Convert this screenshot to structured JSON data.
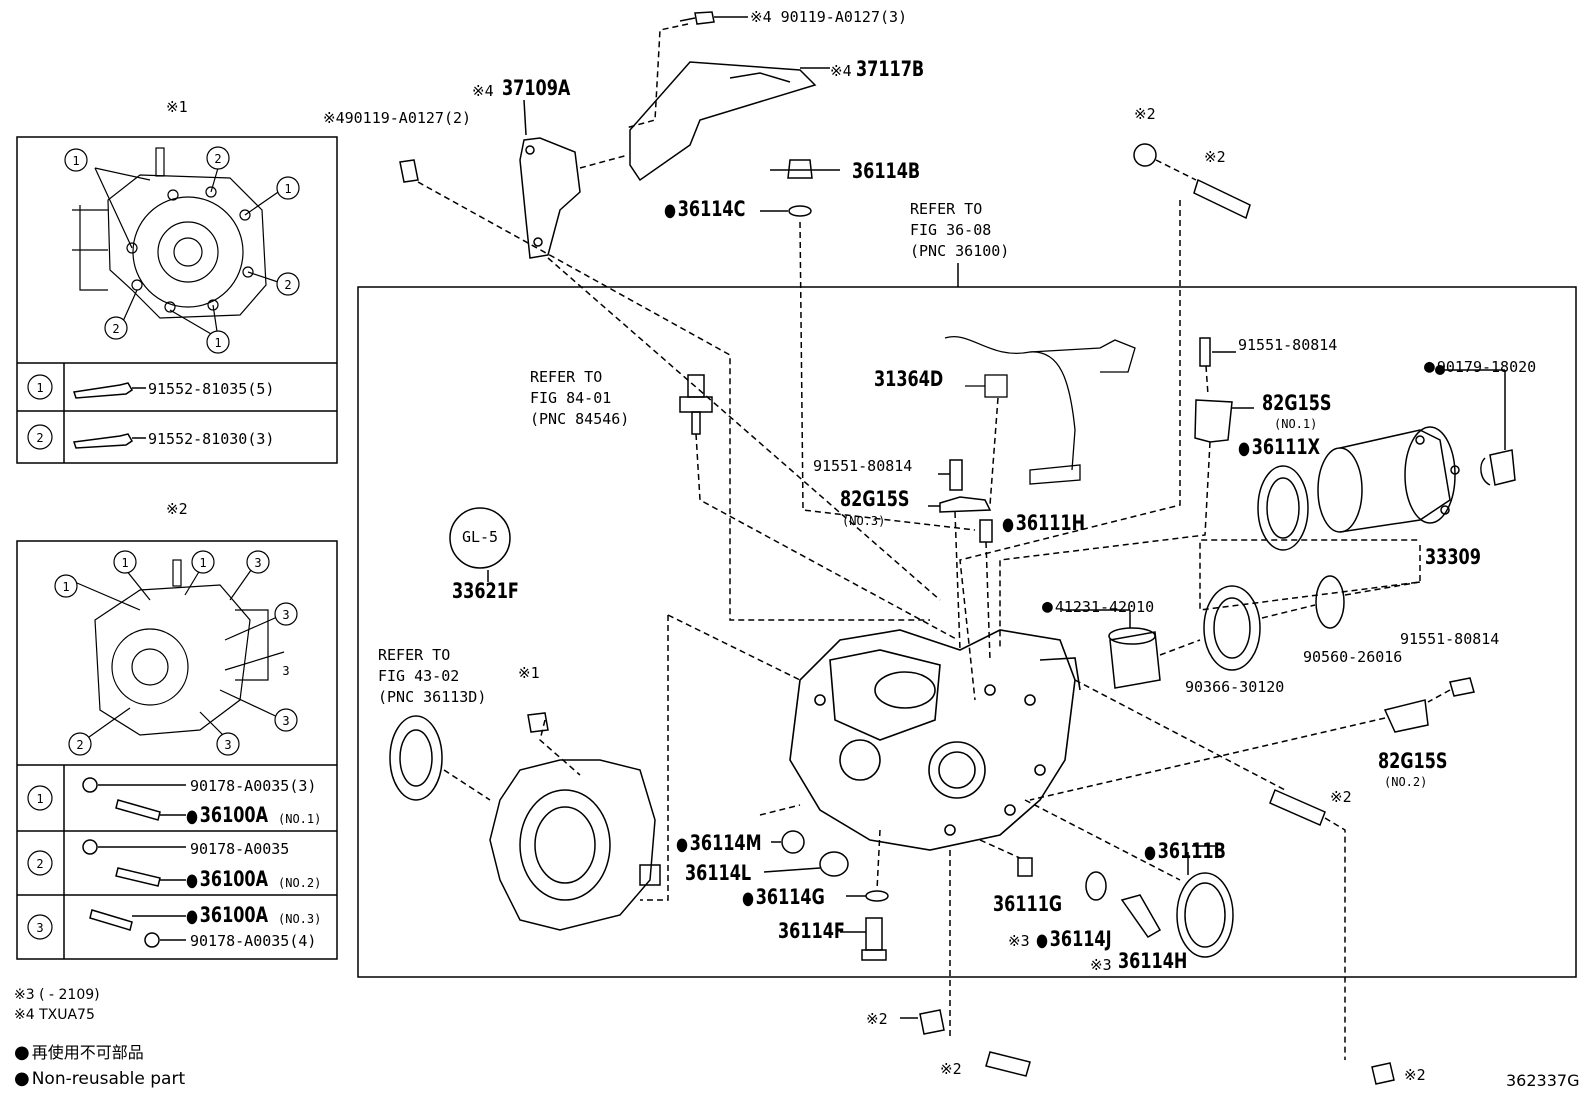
{
  "labels": {
    "p_90119_top": "※4 90119-A0127(3)",
    "p_37117B_pre": "※4",
    "p_37117B": "37117B",
    "p_37109A_pre": "※4",
    "p_37109A": "37109A",
    "p_90119_left": "※490119-A0127(2)",
    "p_36114B": "36114B",
    "p_36114C": "36114C",
    "ref_36100": [
      "REFER TO",
      "FIG 36-08",
      "(PNC 36100)"
    ],
    "ref_84546": [
      "REFER TO",
      "FIG 84-01",
      "(PNC 84546)"
    ],
    "ref_36113D": [
      "REFER TO",
      "FIG 43-02",
      "(PNC 36113D)"
    ],
    "p_31364D": "31364D",
    "p_91551_a": "91551-80814",
    "p_91551_b": "91551-80814",
    "p_91551_c": "91551-80814",
    "p_82G15S_1": "82G15S",
    "p_82G15S_1_no": "(NO.1)",
    "p_82G15S_3": "82G15S",
    "p_82G15S_3_no": "(NO.3)",
    "p_82G15S_2": "82G15S",
    "p_82G15S_2_no": "(NO.2)",
    "p_90179": "90179-18020",
    "p_36111X": "36111X",
    "p_36111H": "36111H",
    "p_33309": "33309",
    "p_gl5": "GL-5",
    "p_33621F": "33621F",
    "p_41231": "41231-42010",
    "p_90560": "90560-26016",
    "p_90366": "90366-30120",
    "p_x1_mid": "※1",
    "p_x2_a": "※2",
    "p_x2_b": "※2",
    "p_x2_c": "※2",
    "p_x2_d": "※2",
    "p_x2_e": "※2",
    "p_x2_f": "※2",
    "p_36114M": "36114M",
    "p_36114L": "36114L",
    "p_36114G": "36114G",
    "p_36114F": "36114F",
    "p_36111G": "36111G",
    "p_36111B": "36111B",
    "p_36114J_pre": "※3",
    "p_36114J": "36114J",
    "p_36114H_pre": "※3",
    "p_36114H": "36114H"
  },
  "panel1": {
    "title": "※1",
    "rows": [
      {
        "num": "1",
        "part": "91552-81035(5)"
      },
      {
        "num": "2",
        "part": "91552-81030(3)"
      }
    ],
    "callouts": [
      "1",
      "2",
      "1",
      "2",
      "2",
      "1"
    ]
  },
  "panel2": {
    "title": "※2",
    "callouts": [
      "1",
      "1",
      "3",
      "1",
      "3",
      "3",
      "2",
      "3",
      "3"
    ],
    "row1": {
      "num": "1",
      "p1": "90178-A0035(3)",
      "p2": "36100A",
      "p2_no": "(NO.1)"
    },
    "row2": {
      "num": "2",
      "p1": "90178-A0035",
      "p2": "36100A",
      "p2_no": "(NO.2)"
    },
    "row3": {
      "num": "3",
      "p1": "36100A",
      "p1_no": "(NO.3)",
      "p2": "90178-A0035(4)"
    }
  },
  "footnotes": {
    "note3": "※3 (          - 2109)",
    "note4": "※4 TXUA75",
    "legend_jp": "再使用不可部品",
    "legend_en": "Non-reusable part"
  },
  "figure_id": "362337G"
}
